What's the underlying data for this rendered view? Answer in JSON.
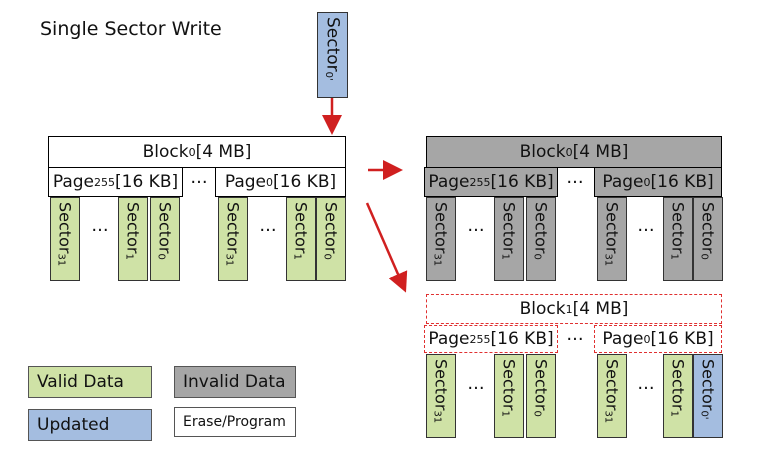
{
  "title": "Single Sector Write",
  "incoming_sector": {
    "label": "Sector",
    "sub": "0'"
  },
  "left_block": {
    "label": "Block",
    "sub": "0",
    "size": " [4 MB]",
    "pages": [
      {
        "label": "Page",
        "sub": "255",
        "size": "[16 KB]"
      },
      {
        "label": "Page",
        "sub": "0",
        "size": "[16 KB]"
      }
    ],
    "page_dots": "···",
    "sector_dots": "···",
    "sectors": [
      {
        "label": "Sector",
        "sub": "31"
      },
      {
        "label": "Sector",
        "sub": "1"
      },
      {
        "label": "Sector",
        "sub": "0"
      }
    ]
  },
  "right_top_block": {
    "label": "Block",
    "sub": "0",
    "size": " [4 MB]",
    "pages": [
      {
        "label": "Page",
        "sub": "255",
        "size": "[16 KB]"
      },
      {
        "label": "Page",
        "sub": "0",
        "size": "[16 KB]"
      }
    ],
    "page_dots": "···",
    "sector_dots": "···",
    "sectors": [
      {
        "label": "Sector",
        "sub": "31"
      },
      {
        "label": "Sector",
        "sub": "1"
      },
      {
        "label": "Sector",
        "sub": "0"
      }
    ]
  },
  "right_bottom_block": {
    "label": "Block",
    "sub": "1",
    "size": " [4 MB]",
    "pages": [
      {
        "label": "Page",
        "sub": "255",
        "size": "[16 KB]"
      },
      {
        "label": "Page",
        "sub": "0",
        "size": "[16 KB]"
      }
    ],
    "page_dots": "···",
    "sector_dots": "···",
    "sectors": [
      {
        "label": "Sector",
        "sub": "31"
      },
      {
        "label": "Sector",
        "sub": "1"
      },
      {
        "label": "Sector",
        "sub": "0"
      },
      {
        "label": "Sector",
        "sub": "0'"
      }
    ]
  },
  "legend": {
    "valid": "Valid Data",
    "invalid": "Invalid Data",
    "updated": "Updated",
    "erase": "Erase/Program"
  },
  "colors": {
    "valid": "#cfe2a6",
    "invalid": "#a6a6a6",
    "updated": "#a4bde0",
    "arrow": "#d02020"
  }
}
